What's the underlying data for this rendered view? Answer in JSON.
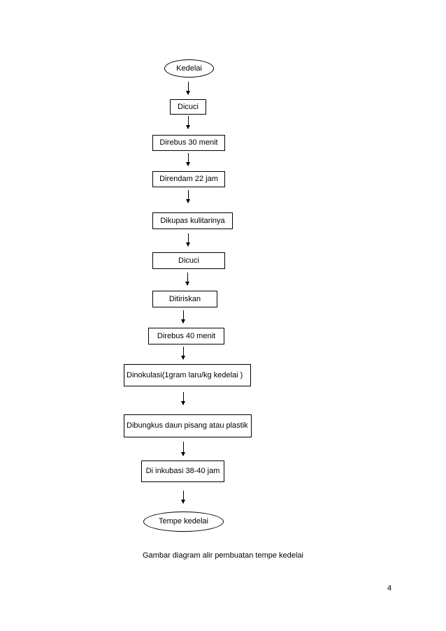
{
  "flow": {
    "start": "Kedelai",
    "steps": [
      "Dicuci",
      "Direbus 30 menit",
      "Direndam 22 jam",
      "Dikupas kulitarinya",
      "Dicuci",
      "Ditiriskan",
      "Direbus 40 menit",
      "Dinokulasi(1gram laru/kg kedelai )",
      "Dibungkus daun pisang atau plastik",
      "Di inkubasi 38-40 jam"
    ],
    "end": "Tempe kedelai"
  },
  "caption": "Gambar diagram alir pembuatan tempe kedelai",
  "page_number": "4"
}
